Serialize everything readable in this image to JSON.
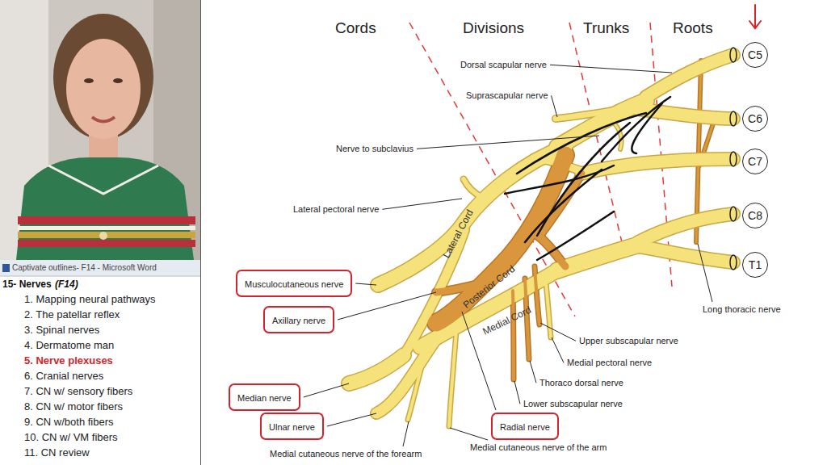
{
  "diagram": {
    "nodes": [
      {
        "text": [
          "C5"
        ]
      },
      {
        "text": [
          "C6"
        ]
      },
      {
        "text": [
          "C7"
        ]
      },
      {
        "text": [
          "C8"
        ]
      },
      {
        "text": [
          "T1"
        ]
      },
      {
        "text": [
          "Musculocutaneous nerve"
        ]
      },
      {
        "text": [
          "Axillary nerve"
        ]
      },
      {
        "text": [
          "Median nerve"
        ]
      },
      {
        "text": [
          "Ulnar nerve"
        ]
      },
      {
        "text": [
          "Radial nerve"
        ]
      }
    ],
    "labels": [
      "Cords",
      "Divisions",
      "Trunks",
      "Roots",
      "Dorsal scapular nerve",
      "Suprascapular nerve",
      "Nerve to subclavius",
      "Lateral pectoral nerve",
      "Lateral Cord",
      "Posterior Cord",
      "Medial Cord",
      "Long thoracic nerve",
      "Upper subscapular nerve",
      "Medial pectoral nerve",
      "Thoraco dorsal nerve",
      "Lower subscapular nerve",
      "Medial cutaneous nerve of the forearm",
      "Medial cutaneous nerve of the arm",
      "Captivate outlines- F14 - Microsoft Word",
      "15- Nerves",
      "(F14)",
      "1. Mapping neural pathways",
      "2. The patellar reflex",
      "3. Spinal nerves",
      "4. Dermatome man",
      "5. Nerve plexuses",
      "6. Cranial nerves",
      "7. CN w/ sensory fibers",
      "8. CN w/ motor fibers",
      "9. CN w/both fibers",
      "10. CN w/ VM fibers",
      "11. CN review"
    ]
  }
}
